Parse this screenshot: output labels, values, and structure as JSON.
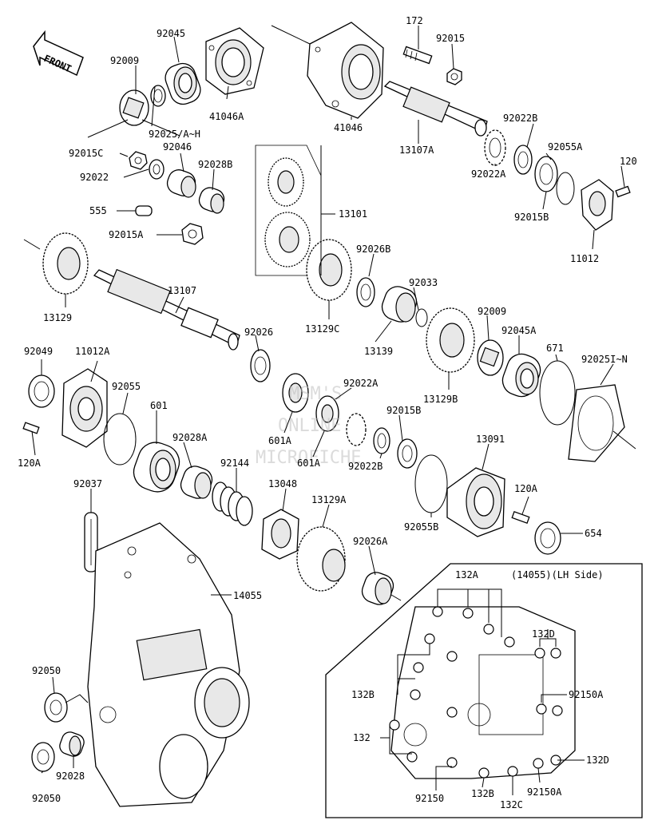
{
  "front_label": "FRONT",
  "watermark": [
    "MSM'S",
    "ONLINE",
    "MICROFICHE"
  ],
  "inset_title": "(14055)(LH Side)",
  "parts": {
    "p92045": "92045",
    "p92009a": "92009",
    "p41046a": "41046A",
    "p92025ah": "92025/A~H",
    "p92015c": "92015C",
    "p92046": "92046",
    "p92022": "92022",
    "p92028b": "92028B",
    "p555": "555",
    "p92015a": "92015A",
    "p41046": "41046",
    "p172": "172",
    "p92015": "92015",
    "p13107a": "13107A",
    "p92022b_top": "92022B",
    "p92055a": "92055A",
    "p120": "120",
    "p92022a_top": "92022A",
    "p92015b_top": "92015B",
    "p11012": "11012",
    "p13101": "13101",
    "p13129": "13129",
    "p13107": "13107",
    "p92026b": "92026B",
    "p92033": "92033",
    "p13129c": "13129C",
    "p13139": "13139",
    "p92009b": "92009",
    "p92045a": "92045A",
    "p671": "671",
    "p92025in": "92025I~N",
    "p13129b": "13129B",
    "p92049": "92049",
    "p11012a": "11012A",
    "p92055": "92055",
    "p601": "601",
    "p92026": "92026",
    "p92022a_mid": "92022A",
    "p92015b_mid": "92015B",
    "p120a_left": "120A",
    "p601a_1": "601A",
    "p601a_2": "601A",
    "p92028a": "92028A",
    "p92022b_mid": "92022B",
    "p13091": "13091",
    "p92144": "92144",
    "p13048": "13048",
    "p92037": "92037",
    "p13129a": "13129A",
    "p92026a": "92026A",
    "p92055b": "92055B",
    "p120a_right": "120A",
    "p654": "654",
    "p14055": "14055",
    "p92050_top": "92050",
    "p92028": "92028",
    "p92050_bot": "92050"
  },
  "inset_parts": {
    "p132a": "132A",
    "p132d_top": "132D",
    "p132b_left": "132B",
    "p92150a_right": "92150A",
    "p132": "132",
    "p132d_bot": "132D",
    "p92150": "92150",
    "p132b_bot": "132B",
    "p132c": "132C",
    "p92150a_bot": "92150A"
  }
}
